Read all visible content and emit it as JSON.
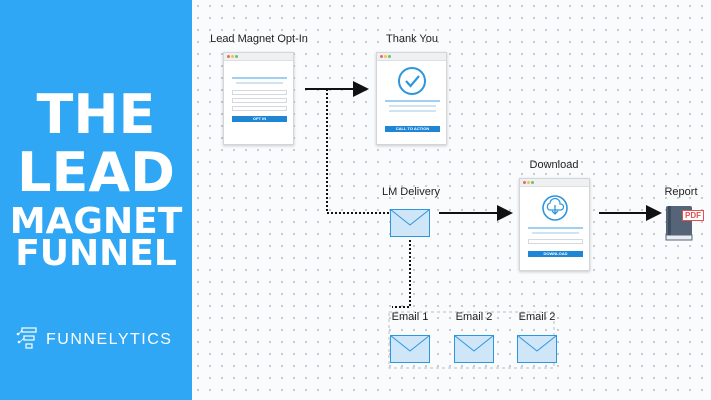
{
  "title": {
    "line1": "THE",
    "line2": "LEAD",
    "line3": "MAGNET",
    "line4": "FUNNEL"
  },
  "brand": {
    "name": "FUNNELYTICS",
    "icon": "funnelytics-logo-icon"
  },
  "nodes": {
    "optin": {
      "label": "Lead Magnet Opt-In",
      "button": "OPT IN"
    },
    "thankyou": {
      "label": "Thank You",
      "button": "CALL TO ACTION",
      "icon": "checkmark-icon"
    },
    "lmdelivery": {
      "label": "LM Delivery",
      "icon": "envelope-icon"
    },
    "download": {
      "label": "Download",
      "button": "DOWNLOAD",
      "icon": "cloud-download-icon"
    },
    "report": {
      "label": "Report",
      "badge": "PDF",
      "icon": "book-icon"
    },
    "email1": {
      "label": "Email 1"
    },
    "email2": {
      "label": "Email 2"
    },
    "email3": {
      "label": "Email 2"
    }
  },
  "colors": {
    "panel": "#2fa7f5",
    "accent": "#1f86d6",
    "envelope": "#cfe6f8"
  }
}
